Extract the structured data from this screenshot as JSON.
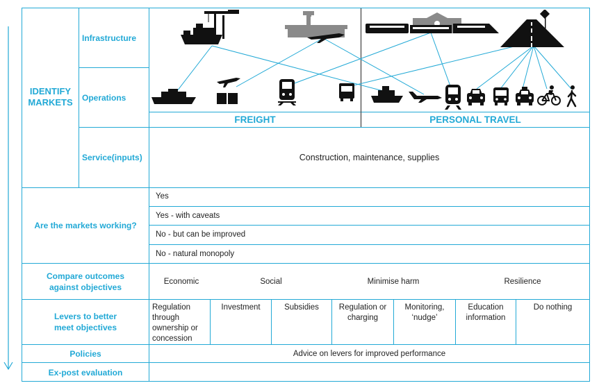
{
  "title": "",
  "colors": {
    "line": "#22a9d6",
    "text": "#222222",
    "icon": "#111111",
    "grey_icon": "#8a8a8a"
  },
  "identify": {
    "label_line1": "IDENTIFY",
    "label_line2": "MARKETS"
  },
  "rows": {
    "infrastructure": "Infrastructure",
    "operations": "Operations",
    "service": "Service(inputs)",
    "markets_working": "Are the markets working?",
    "compare_line1": "Compare outcomes",
    "compare_line2": "against objectives",
    "levers_line1": "Levers to better",
    "levers_line2": "meet objectives",
    "policies": "Policies",
    "expost": "Ex-post evaluation"
  },
  "sections": {
    "freight": "FREIGHT",
    "personal": "PERSONAL TRAVEL"
  },
  "service_text": "Construction, maintenance, supplies",
  "market_answers": [
    "Yes",
    "Yes - with caveats",
    "No - but can be improved",
    "No - natural monopoly"
  ],
  "objectives": [
    "Economic",
    "Social",
    "Minimise harm",
    "Resilience"
  ],
  "levers": [
    [
      "Regulation",
      "through",
      "ownership or",
      "concession"
    ],
    [
      "Investment"
    ],
    [
      "Subsidies"
    ],
    [
      "Regulation or",
      "charging"
    ],
    [
      "Monitoring,",
      "‘nudge’"
    ],
    [
      "Education",
      "information"
    ],
    [
      "Do nothing"
    ]
  ],
  "policies_text": "Advice on levers for improved  performance",
  "icons": {
    "infrastructure": [
      "port-crane-ship-icon",
      "airport-terminal-icon",
      "train-station-icon",
      "road-icon"
    ],
    "freight_operations": [
      "cargo-ship-icon",
      "air-cargo-icon",
      "freight-train-icon",
      "truck-icon"
    ],
    "personal_operations": [
      "ferry-icon",
      "passenger-plane-icon",
      "passenger-train-icon",
      "car-icon",
      "bus-icon",
      "taxi-icon",
      "bicycle-icon",
      "walking-icon"
    ]
  }
}
